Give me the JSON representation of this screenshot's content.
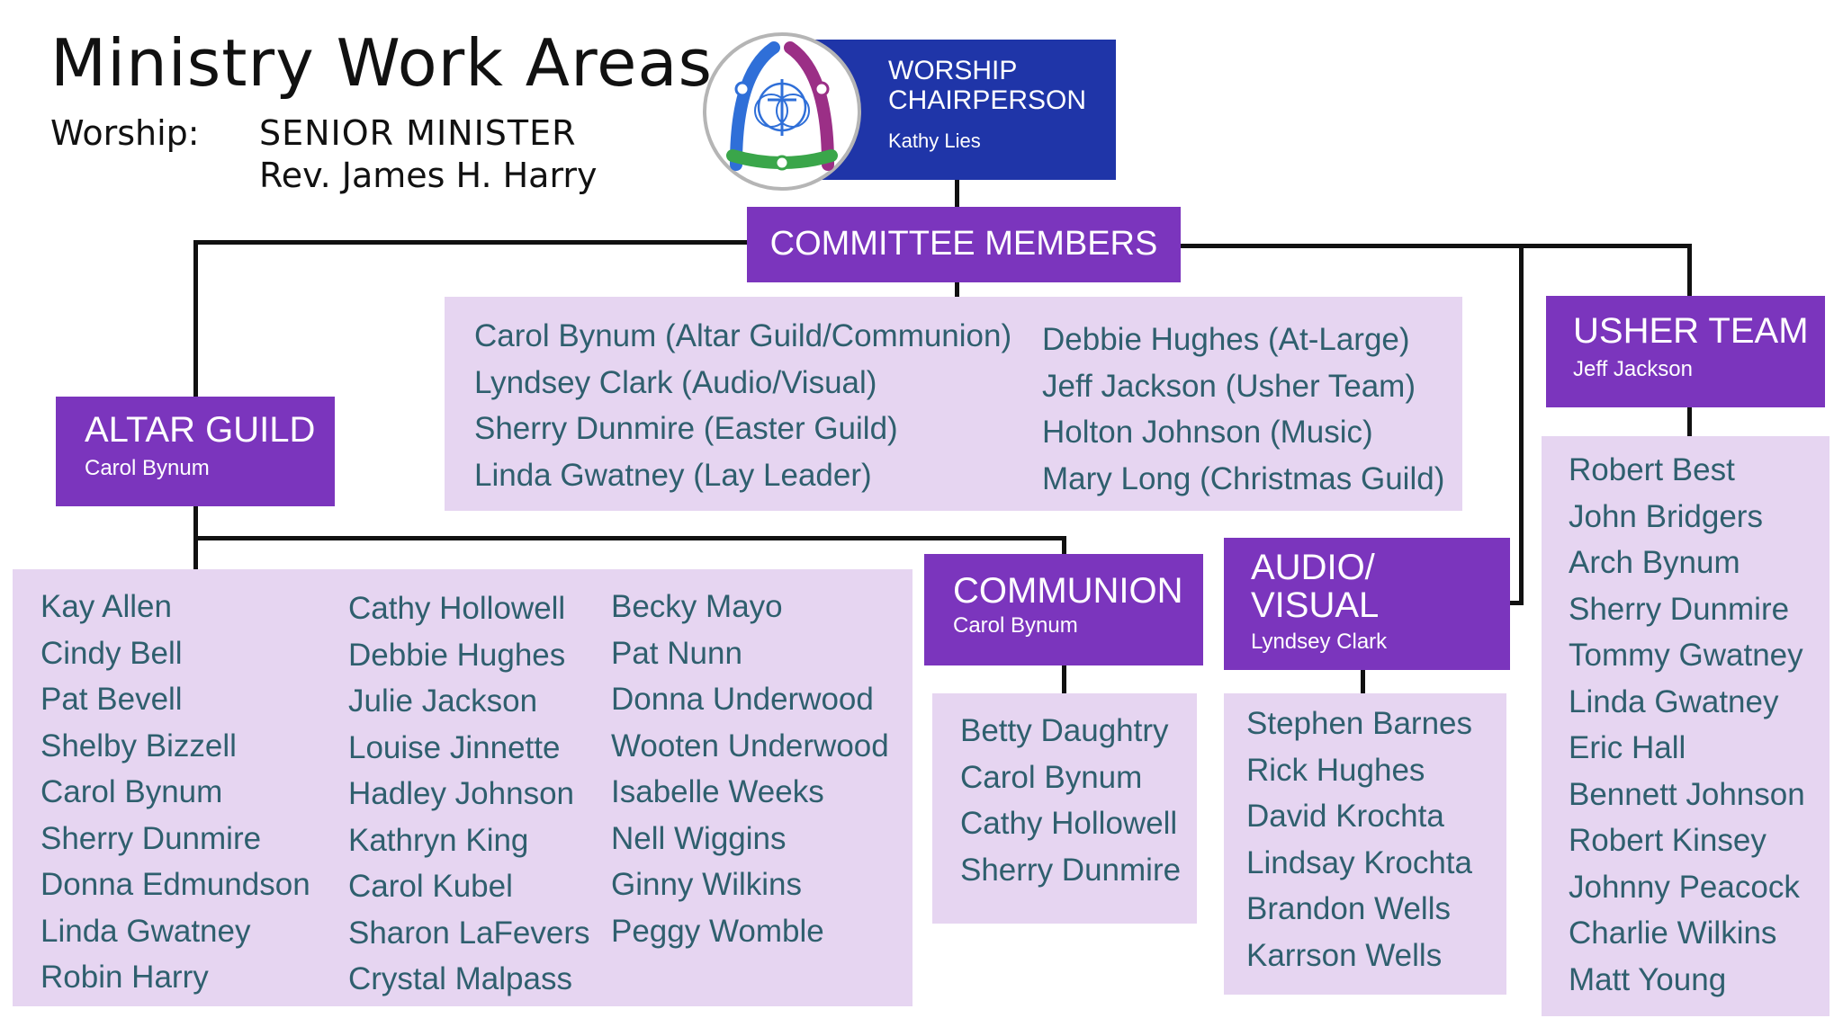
{
  "page": {
    "title": "Ministry Work Areas",
    "minister_label": "Worship:",
    "minister_title": "SENIOR MINISTER",
    "minister_name": "Rev. James H. Harry"
  },
  "colors": {
    "chair_blue": "#1f35a8",
    "purple": "#7b35bd",
    "lavender": "#e6d5f1",
    "name_text": "#2f5f6e",
    "logo_blue": "#2f6fd8",
    "logo_magenta": "#9b2f86",
    "logo_green": "#3aa64a"
  },
  "icons": {
    "logo": "church-logo-icon"
  },
  "chair": {
    "title_line1": "WORSHIP",
    "title_line2": "CHAIRPERSON",
    "name": "Kathy Lies"
  },
  "committee": {
    "title": "COMMITTEE MEMBERS",
    "left": [
      "Carol Bynum (Altar Guild/Communion)",
      "Lyndsey Clark (Audio/Visual)",
      "Sherry Dunmire (Easter Guild)",
      "Linda Gwatney (Lay Leader)"
    ],
    "right": [
      "Debbie Hughes (At-Large)",
      "Jeff Jackson (Usher Team)",
      "Holton Johnson (Music)",
      "Mary Long (Christmas Guild)"
    ]
  },
  "altar_guild": {
    "title": "ALTAR GUILD",
    "leader": "Carol Bynum",
    "col1": [
      "Kay Allen",
      "Cindy Bell",
      "Pat Bevell",
      "Shelby Bizzell",
      "Carol Bynum",
      "Sherry Dunmire",
      "Donna Edmundson",
      "Linda Gwatney",
      "Robin Harry"
    ],
    "col2": [
      "Cathy Hollowell",
      "Debbie Hughes",
      "Julie Jackson",
      "Louise Jinnette",
      "Hadley Johnson",
      "Kathryn King",
      "Carol Kubel",
      "Sharon LaFevers",
      "Crystal Malpass"
    ],
    "col3": [
      "Becky Mayo",
      "Pat Nunn",
      "Donna Underwood",
      "Wooten Underwood",
      "Isabelle Weeks",
      "Nell Wiggins",
      "Ginny Wilkins",
      "Peggy Womble"
    ]
  },
  "communion": {
    "title": "COMMUNION",
    "leader": "Carol Bynum",
    "members": [
      "Betty Daughtry",
      "Carol Bynum",
      "Cathy Hollowell",
      "Sherry Dunmire"
    ]
  },
  "audio_visual": {
    "title_line1": "AUDIO/",
    "title_line2": "VISUAL",
    "leader": "Lyndsey Clark",
    "members": [
      "Stephen Barnes",
      "Rick Hughes",
      "David Krochta",
      "Lindsay Krochta",
      "Brandon Wells",
      "Karrson Wells"
    ]
  },
  "usher_team": {
    "title": "USHER TEAM",
    "leader": "Jeff Jackson",
    "members": [
      "Robert Best",
      "John Bridgers",
      "Arch Bynum",
      "Sherry Dunmire",
      "Tommy Gwatney",
      "Linda Gwatney",
      "Eric Hall",
      "Bennett Johnson",
      "Robert Kinsey",
      "Johnny Peacock",
      "Charlie Wilkins",
      "Matt Young"
    ]
  }
}
